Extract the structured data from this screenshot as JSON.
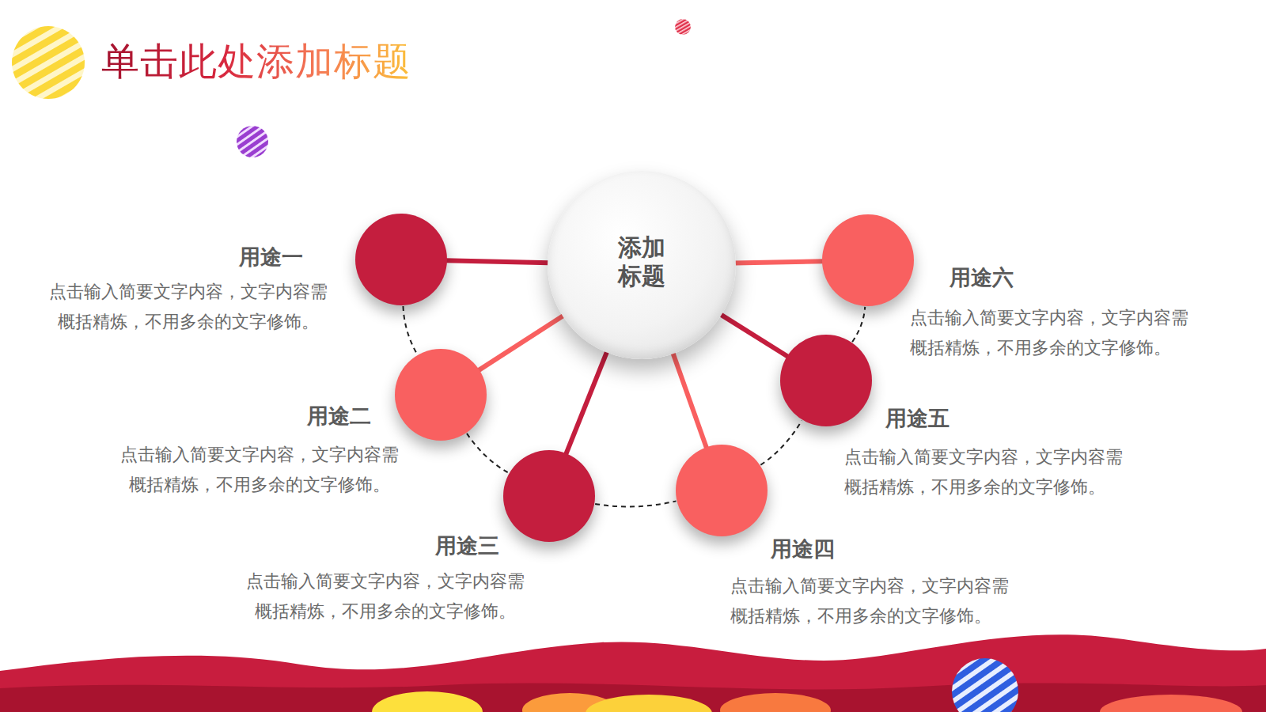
{
  "diagram": {
    "title": "单击此处添加标题",
    "nodes": [
      {
        "text": [
          "添加 标题"
        ]
      },
      {
        "text": [
          "用途一",
          "点击输入简要文字内容，文字内容需 概括精炼，不用多余的文字修饰。"
        ]
      },
      {
        "text": [
          "用途二",
          "点击输入简要文字内容，文字内容需 概括精炼，不用多余的文字修饰。"
        ]
      },
      {
        "text": [
          "用途三",
          "点击输入简要文字内容，文字内容需 概括精炼，不用多余的文字修饰。"
        ]
      },
      {
        "text": [
          "用途四",
          "点击输入简要文字内容，文字内容需 概括精炼，不用多余的文字修饰。"
        ]
      },
      {
        "text": [
          "用途五",
          "点击输入简要文字内容，文字内容需 概括精炼，不用多余的文字修饰。"
        ]
      },
      {
        "text": [
          "用途六",
          "点击输入简要文字内容，文字内容需 概括精炼，不用多余的文字修饰。"
        ]
      }
    ],
    "edges": [
      {
        "from": 0,
        "to": 1,
        "arrow": "none"
      },
      {
        "from": 0,
        "to": 2,
        "arrow": "none"
      },
      {
        "from": 0,
        "to": 3,
        "arrow": "none"
      },
      {
        "from": 0,
        "to": 4,
        "arrow": "none"
      },
      {
        "from": 0,
        "to": 5,
        "arrow": "none"
      },
      {
        "from": 0,
        "to": 6,
        "arrow": "none"
      },
      {
        "from": 1,
        "to": 2,
        "arrow": "none"
      },
      {
        "from": 2,
        "to": 3,
        "arrow": "none"
      },
      {
        "from": 3,
        "to": 4,
        "arrow": "none"
      },
      {
        "from": 4,
        "to": 5,
        "arrow": "none"
      },
      {
        "from": 5,
        "to": 6,
        "arrow": "none"
      }
    ]
  }
}
